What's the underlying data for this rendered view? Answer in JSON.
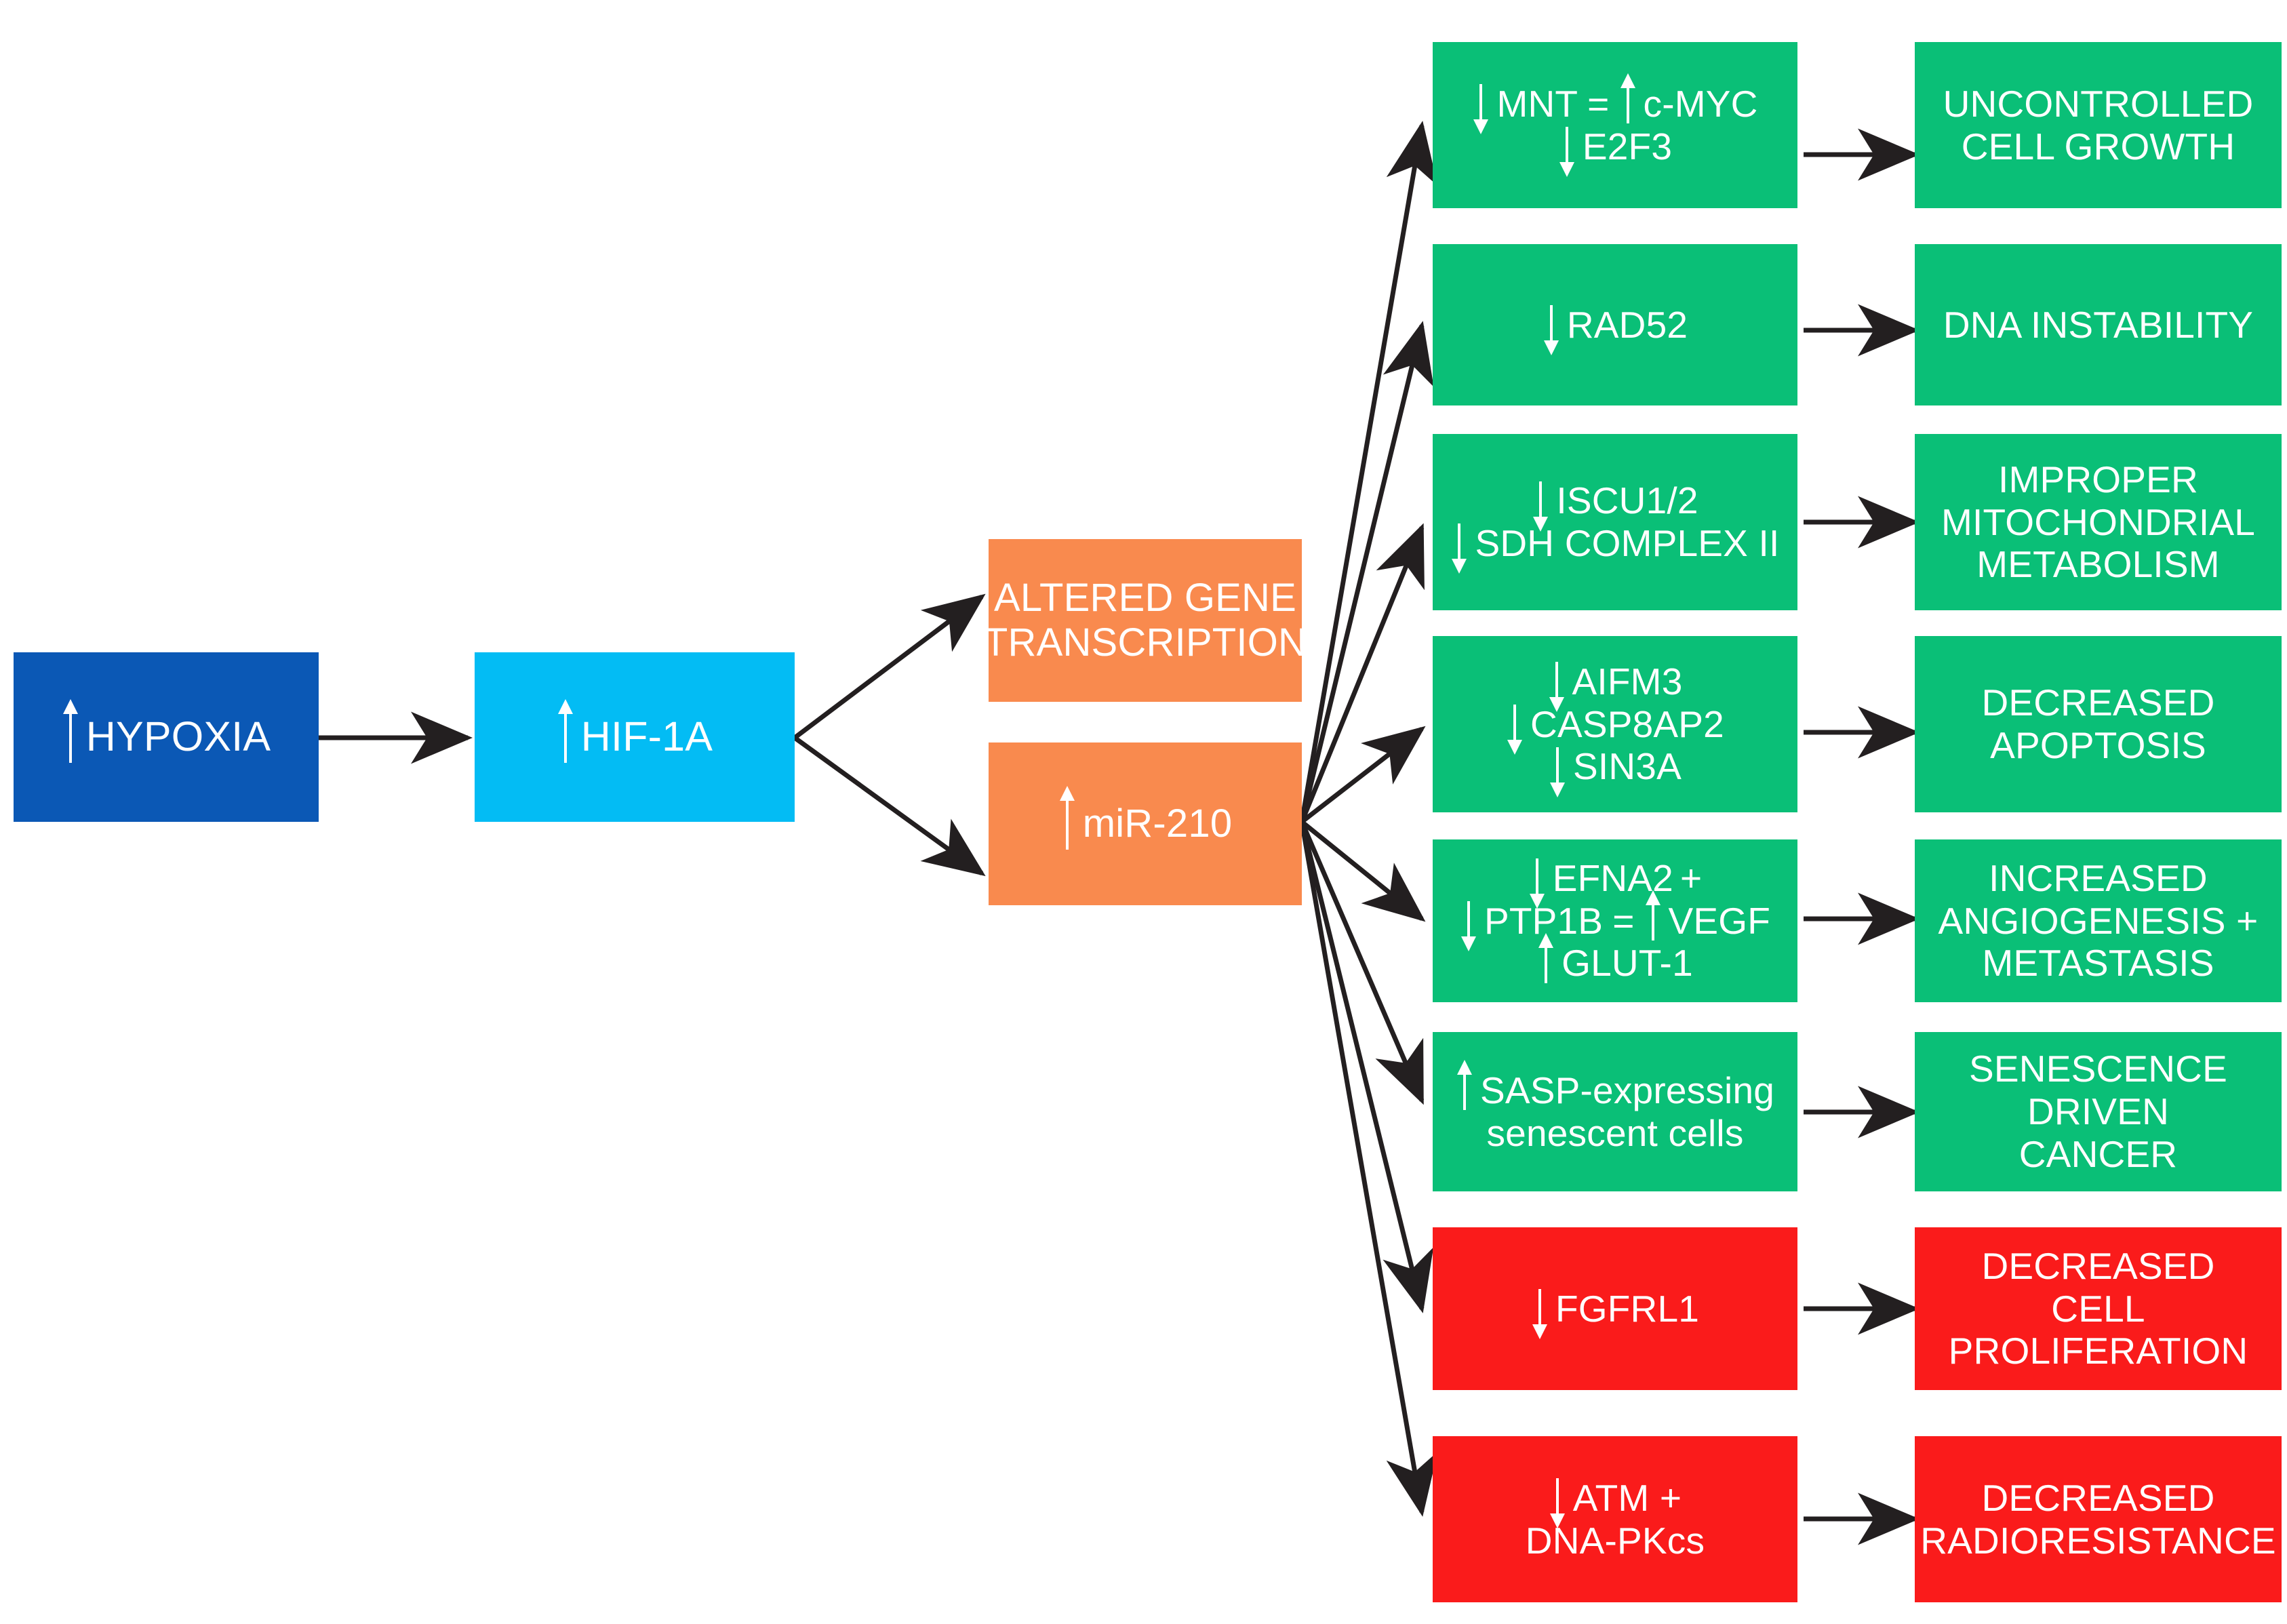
{
  "diagram": {
    "title": "Hypoxia - HIF-1A - miR-210 signalling pathway",
    "colors": {
      "hypoxia_blue": "#0B58B5",
      "hif_cyan": "#03BCF4",
      "orange": "#F98A4E",
      "green": "#0ABF77",
      "red": "#FA1B1B",
      "edge": "#231F20",
      "text": "#FFFFFF",
      "background": "#FFFFFF"
    },
    "arrow_glyphs": {
      "up": "up-arrow",
      "down": "down-arrow"
    }
  },
  "upstream": {
    "hypoxia": {
      "label": "HYPOXIA",
      "arrow": "up",
      "color": "#0B58B5"
    },
    "hif1a": {
      "label": "HIF-1A",
      "arrow": "up",
      "color": "#03BCF4"
    },
    "altered_gene_transcription": {
      "line1": "ALTERED GENE",
      "line2": "TRANSCRIPTION",
      "color": "#F98A4E"
    },
    "mir210": {
      "label": "miR-210",
      "arrow": "up",
      "color": "#F98A4E"
    }
  },
  "rows": [
    {
      "id": "mnt-cmyc",
      "color": "#0ABF77",
      "target_lines": [
        {
          "parts": [
            {
              "arrow": "down"
            },
            {
              "text": "MNT"
            },
            {
              "eq": "="
            },
            {
              "arrow": "up"
            },
            {
              "text": "c-MYC"
            }
          ]
        },
        {
          "parts": [
            {
              "arrow": "down"
            },
            {
              "text": "E2F3"
            }
          ]
        }
      ],
      "outcome": {
        "lines": [
          "UNCONTROLLED",
          "CELL GROWTH"
        ],
        "color": "#0ABF77"
      }
    },
    {
      "id": "rad52",
      "color": "#0ABF77",
      "target_lines": [
        {
          "parts": [
            {
              "arrow": "down"
            },
            {
              "text": "RAD52"
            }
          ]
        }
      ],
      "outcome": {
        "lines": [
          "DNA INSTABILITY"
        ],
        "color": "#0ABF77"
      }
    },
    {
      "id": "iscu-sdh",
      "color": "#0ABF77",
      "target_lines": [
        {
          "parts": [
            {
              "arrow": "down"
            },
            {
              "text": "ISCU1/2"
            }
          ]
        },
        {
          "parts": [
            {
              "arrow": "down"
            },
            {
              "text": "SDH COMPLEX II"
            }
          ]
        }
      ],
      "outcome": {
        "lines": [
          "IMPROPER",
          "MITOCHONDRIAL",
          "METABOLISM"
        ],
        "color": "#0ABF77"
      }
    },
    {
      "id": "apoptosis-genes",
      "color": "#0ABF77",
      "target_lines": [
        {
          "parts": [
            {
              "arrow": "down"
            },
            {
              "text": "AIFM3"
            }
          ]
        },
        {
          "parts": [
            {
              "arrow": "down"
            },
            {
              "text": "CASP8AP2"
            }
          ]
        },
        {
          "parts": [
            {
              "arrow": "down"
            },
            {
              "text": "SIN3A"
            }
          ]
        }
      ],
      "outcome": {
        "lines": [
          "DECREASED",
          "APOPTOSIS"
        ],
        "color": "#0ABF77"
      }
    },
    {
      "id": "efna2-ptp1b",
      "color": "#0ABF77",
      "target_lines": [
        {
          "parts": [
            {
              "arrow": "down"
            },
            {
              "text": "EFNA2"
            },
            {
              "plus": "+"
            }
          ]
        },
        {
          "parts": [
            {
              "arrow": "down"
            },
            {
              "text": "PTP1B"
            },
            {
              "eq": "="
            },
            {
              "arrow": "up"
            },
            {
              "text": "VEGF"
            }
          ]
        },
        {
          "parts": [
            {
              "arrow": "up"
            },
            {
              "text": "GLUT-1"
            }
          ]
        }
      ],
      "outcome": {
        "lines": [
          "INCREASED",
          "ANGIOGENESIS +",
          "METASTASIS"
        ],
        "color": "#0ABF77"
      }
    },
    {
      "id": "sasp",
      "color": "#0ABF77",
      "target_lines": [
        {
          "parts": [
            {
              "arrow": "up"
            },
            {
              "text": "SASP-expressing"
            }
          ]
        },
        {
          "parts": [
            {
              "text": "senescent cells"
            }
          ]
        }
      ],
      "outcome": {
        "lines": [
          "SENESCENCE",
          "DRIVEN",
          "CANCER"
        ],
        "color": "#0ABF77"
      }
    },
    {
      "id": "fgfrl1",
      "color": "#FA1B1B",
      "target_lines": [
        {
          "parts": [
            {
              "arrow": "down"
            },
            {
              "text": "FGFRL1"
            }
          ]
        }
      ],
      "outcome": {
        "lines": [
          "DECREASED",
          "CELL",
          "PROLIFERATION"
        ],
        "color": "#FA1B1B"
      }
    },
    {
      "id": "atm-dnapk",
      "color": "#FA1B1B",
      "target_lines": [
        {
          "parts": [
            {
              "arrow": "down"
            },
            {
              "text": "ATM +"
            }
          ]
        },
        {
          "parts": [
            {
              "text": "DNA-PKcs"
            }
          ]
        }
      ],
      "outcome": {
        "lines": [
          "DECREASED",
          "RADIORESISTANCE"
        ],
        "color": "#FA1B1B"
      }
    }
  ]
}
